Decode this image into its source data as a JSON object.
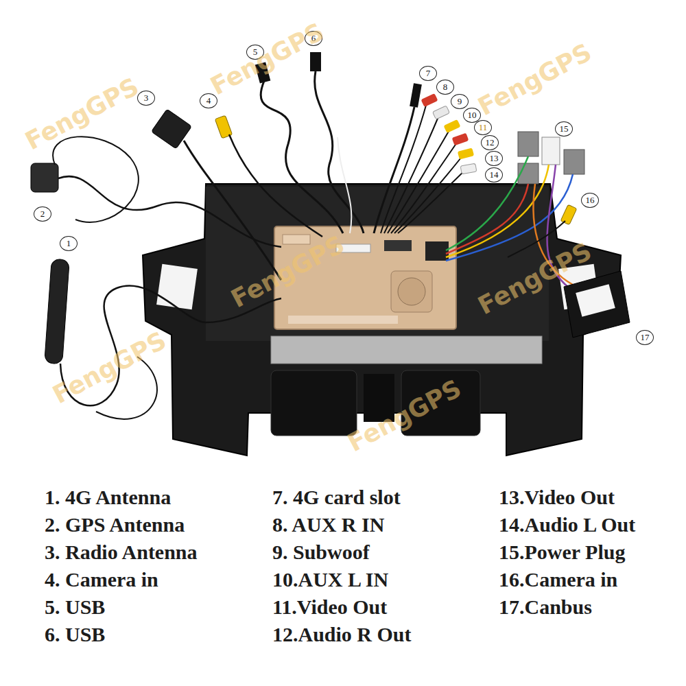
{
  "diagram": {
    "labels": [
      "1",
      "2",
      "3",
      "4",
      "5",
      "6",
      "7",
      "8",
      "9",
      "10",
      "11",
      "12",
      "13",
      "14",
      "15",
      "16",
      "17",
      "1. 4G Antenna",
      "2. GPS Antenna",
      "3. Radio Antenna",
      "4. Camera in",
      "5. USB",
      "6. USB",
      "7. 4G card slot",
      "8. AUX R IN",
      "9. Subwoof",
      "10.AUX L IN",
      "11.Video Out",
      "12.Audio R Out",
      "13.Video Out",
      "14.Audio L Out",
      "15.Power Plug",
      "16.Camera in",
      "17.Canbus",
      "FengGPS",
      "FengGPS",
      "FengGPS",
      "FengGPS",
      "FengGPS",
      "FengGPS",
      "FengGPS"
    ]
  }
}
